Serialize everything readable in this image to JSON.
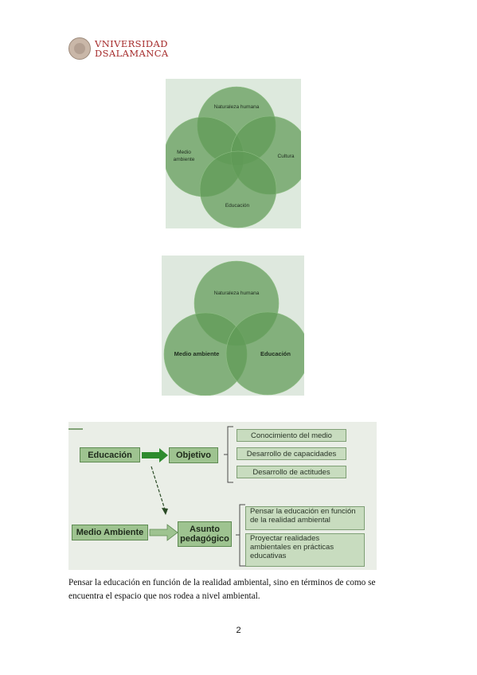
{
  "header": {
    "logo_line1": "VNIVERSIDAD",
    "logo_line2": "DSALAMANCA"
  },
  "diagram1": {
    "labels": {
      "top": "Naturaleza humana",
      "left_line1": "Medio",
      "left_line2": "ambiente",
      "right": "Cultura",
      "bottom": "Educación"
    }
  },
  "diagram2": {
    "labels": {
      "top": "Naturaleza humana",
      "left": "Medio ambiente",
      "right": "Educación"
    }
  },
  "diagram3": {
    "educacion": "Educación",
    "objetivo": "Objetivo",
    "medio_ambiente": "Medio Ambiente",
    "asunto_line1": "Asunto",
    "asunto_line2": "pedagógico",
    "objetivos": [
      "Conocimiento del medio",
      "Desarrollo de capacidades",
      "Desarrollo de actitudes"
    ],
    "asunto_items": [
      {
        "line1": "Pensar la educación en función",
        "line2": "de la realidad ambiental"
      },
      {
        "line1": "Proyectar realidades",
        "line2": "ambientales en prácticas",
        "line3": "educativas"
      }
    ]
  },
  "paragraph": {
    "line1": "Pensar la educación en función de la realidad ambiental, sino en términos de como se",
    "line2": "encuentra el espacio que nos rodea a nivel ambiental."
  },
  "page_number": "2",
  "colors": {
    "circle": "#5f9a56",
    "logo": "#a52a2a",
    "arrow": "#2e8b2e"
  }
}
